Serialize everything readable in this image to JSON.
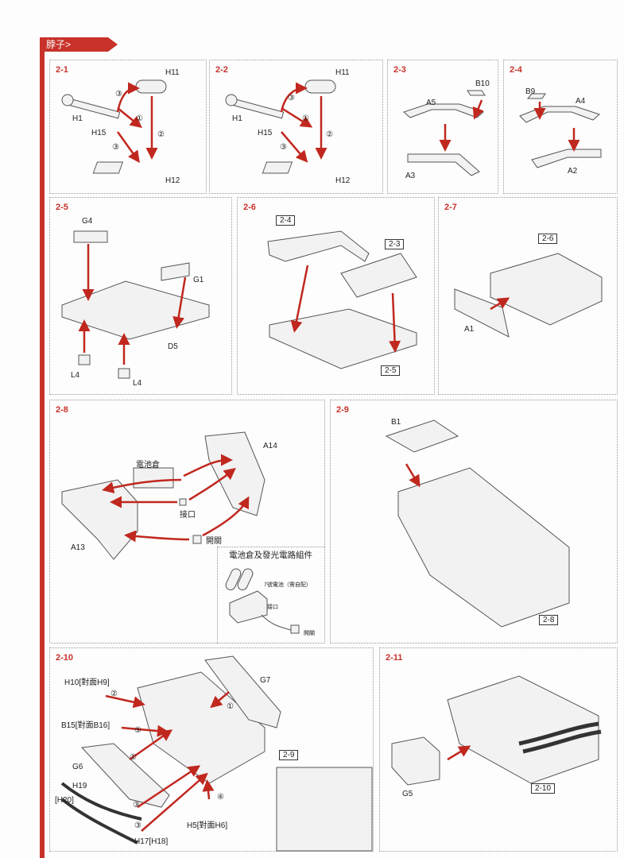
{
  "header": {
    "title": "脖子>"
  },
  "panels": {
    "s2_1": {
      "step": "2-1",
      "labels": [
        "H11",
        "H1",
        "H15",
        "H12",
        "③",
        "①",
        "②",
        "③"
      ]
    },
    "s2_2": {
      "step": "2-2",
      "labels": [
        "H11",
        "H1",
        "H15",
        "H12",
        "③",
        "①",
        "②",
        "③"
      ]
    },
    "s2_3": {
      "step": "2-3",
      "labels": [
        "B10",
        "A5",
        "A3"
      ]
    },
    "s2_4": {
      "step": "2-4",
      "labels": [
        "B9",
        "A4",
        "A2"
      ]
    },
    "s2_5": {
      "step": "2-5",
      "labels": [
        "G4",
        "G1",
        "D5",
        "L4",
        "L4"
      ]
    },
    "s2_6": {
      "step": "2-6",
      "labels": [
        "2-4",
        "2-3",
        "2-5"
      ]
    },
    "s2_7": {
      "step": "2-7",
      "labels": [
        "2-6",
        "A1"
      ]
    },
    "s2_8": {
      "step": "2-8",
      "labels": [
        "A14",
        "電池倉",
        "接口",
        "開關",
        "A13"
      ]
    },
    "sub": {
      "title": "電池倉及發光電路組件",
      "labels": [
        "7號電池（需自配）",
        "接口",
        "開關"
      ]
    },
    "s2_9": {
      "step": "2-9",
      "labels": [
        "B1",
        "2-8"
      ]
    },
    "s2_10": {
      "step": "2-10",
      "labels": [
        "H10[對面H9]",
        "G7",
        "B15[對面B16]",
        "2-9",
        "G6",
        "H19",
        "[H20]",
        "H5[對面H6]",
        "H17[H18]",
        "②",
        "①",
        "⑤",
        "①",
        "③",
        "③",
        "④"
      ]
    },
    "s2_11": {
      "step": "2-11",
      "labels": [
        "G5",
        "2-10"
      ]
    }
  },
  "colors": {
    "accent": "#c8322a"
  }
}
